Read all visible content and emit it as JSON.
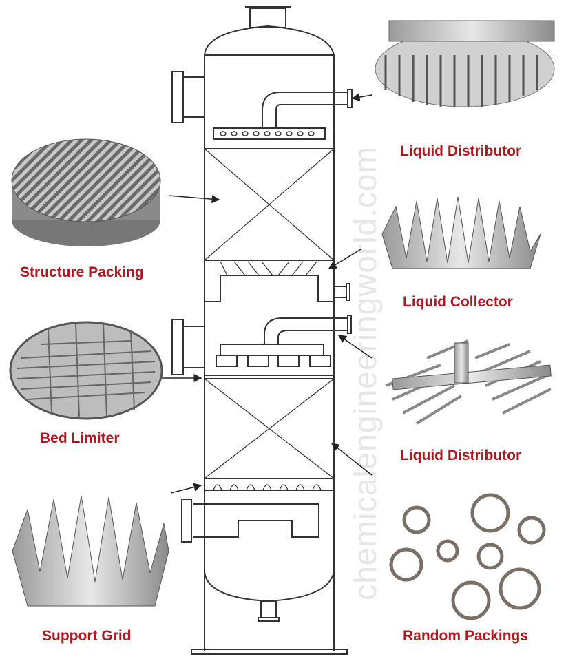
{
  "diagram": {
    "title": "Packed Column Internals",
    "watermark": "chemicalengineeringworld.com",
    "label_color": "#b01820",
    "labels": {
      "liquid_distributor_top": "Liquid Distributor",
      "structure_packing": "Structure Packing",
      "liquid_collector": "Liquid Collector",
      "bed_limiter": "Bed Limiter",
      "liquid_distributor_bottom": "Liquid Distributor",
      "support_grid": "Support Grid",
      "random_packings": "Random Packings"
    }
  }
}
